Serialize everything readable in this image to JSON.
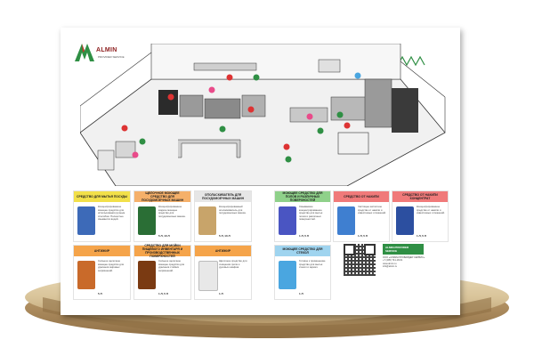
{
  "poster": {
    "logo_name": "ALMIN",
    "logo_sub": "PROVIDER SERVICE"
  },
  "cards": [
    {
      "title": "СРЕДСТВО ДЛЯ МЫТЬЯ ПОСУДЫ",
      "color": "#f2e04a",
      "desc": "Концентрированное моющее средство для использования ручным способом. Полностью смывается водой.",
      "code": "",
      "img": "#3d6ab8"
    },
    {
      "title": "ЩЕЛОЧНОЕ МОЮЩЕЕ СРЕДСТВО ДЛЯ ПОСУДОМОЕЧНЫХ МАШИН",
      "color": "#f5b06a",
      "desc": "Концентрированное жидкое моющее средство для посудомоечных машин.",
      "code": "5 Л, 10 Л",
      "img": "#2a6e35"
    },
    {
      "title": "ОПОЛАСКИВАТЕЛЬ ДЛЯ ПОСУДОМОЕЧНЫХ МАШИН",
      "color": "#e6e6e6",
      "desc": "Концентрированный ополаскиватель для посудомоечных машин.",
      "code": "5 Л, 10 Л",
      "img": "#c8a46a"
    },
    {
      "title": "МОЮЩЕЕ СРЕДСТВО ДЛЯ ПОЛОВ И РАЗЛИЧНЫХ ПОВЕРХНОСТЕЙ",
      "color": "#8fd18a",
      "desc": "Смываемое концентрированное средство для мытья полов и различных поверхностей.",
      "code": "1 Л, 5 Л",
      "img": "#4a55c2"
    },
    {
      "title": "СРЕДСТВО ОТ НАКИПИ",
      "color": "#f07a7a",
      "desc": "Чистящее кислотное средство от накипи и известковых отложений.",
      "code": "1 Л, 5 Л",
      "img": "#3f7fd0"
    },
    {
      "title": "СРЕДСТВО ОТ НАКИПИ КОНЦЕНТРАТ",
      "color": "#f07a7a",
      "desc": "Концентрированное средство от накипи и известковых отложений.",
      "code": "1 Л, 5 Л",
      "img": "#2c4fa0"
    },
    {
      "title": "АНТИЖИР",
      "color": "#f5a44a",
      "desc": "Сильное щелочное моющее средство для удаления жировых загрязнений.",
      "code": "5 Л",
      "img": "#c96a2a"
    },
    {
      "title": "СРЕДСТВО ДЛЯ МОЙКИ ПИЩЕВОГО ИНВЕНТАРЯ И ПРОИЗВОДСТВЕННЫХ ПОВЕРХНОСТЕЙ",
      "color": "#f5a44a",
      "desc": "Сильное щелочное моющее средство для удаления стойких загрязнений.",
      "code": "1 Л, 5 Л",
      "img": "#7a3a12"
    },
    {
      "title": "АНТИЖИР",
      "color": "#f5a44a",
      "desc": "Щелочное средство для очищения гриля и духовых шкафов.",
      "code": "1 Л",
      "img": "#e8e8e8"
    },
    {
      "title": "МОЮЩЕЕ СРЕДСТВО ДЛЯ СТЕКОЛ",
      "color": "#9fd4ef",
      "desc": "Готовое к применению средство для мытья стекол и зеркал.",
      "code": "1 Л",
      "img": "#4aa6e0"
    }
  ],
  "contact": {
    "head": "ALMIN-PROVIDER SERVICE",
    "lines": [
      "ООО «АЛМИН ПРОВАЙДЕР СЕРВИС»",
      "+7 (495) 741-18-61",
      "www.almin.ru",
      "info@almin.ru"
    ]
  },
  "colors": {
    "brand_green": "#2f8f44",
    "brand_red": "#8c1c1c",
    "pedestal": "#d9c49a"
  },
  "icons": [
    "scene-illustration",
    "qr-code",
    "logo-mark"
  ]
}
